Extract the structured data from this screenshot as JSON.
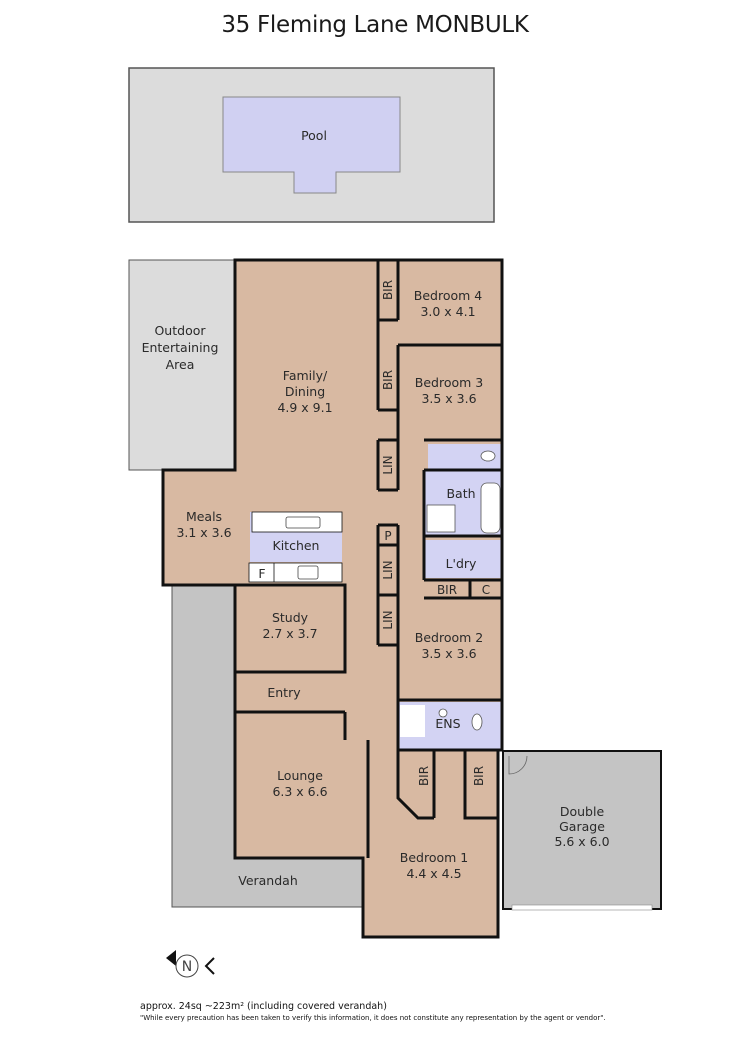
{
  "title": "35 Fleming Lane MONBULK",
  "colors": {
    "living": "#d8b9a2",
    "wet": "#d3d3f3",
    "outdoor": "#c4c4c4",
    "pool_surround": "#dcdcdc",
    "pool": "#d0d0f2",
    "wall": "#111111"
  },
  "rooms": {
    "pool": {
      "name": "Pool"
    },
    "outdoor": {
      "line1": "Outdoor",
      "line2": "Entertaining",
      "line3": "Area"
    },
    "family": {
      "line1": "Family/",
      "line2": "Dining",
      "dims": "4.9 x 9.1"
    },
    "bedroom4": {
      "name": "Bedroom 4",
      "dims": "3.0 x 4.1"
    },
    "bedroom3": {
      "name": "Bedroom 3",
      "dims": "3.5 x 3.6"
    },
    "bedroom2": {
      "name": "Bedroom 2",
      "dims": "3.5 x 3.6"
    },
    "bedroom1": {
      "name": "Bedroom 1",
      "dims": "4.4 x 4.5"
    },
    "meals": {
      "name": "Meals",
      "dims": "3.1 x 3.6"
    },
    "kitchen": {
      "name": "Kitchen",
      "fridge": "F"
    },
    "bath": {
      "name": "Bath"
    },
    "laundry": {
      "name": "L'dry"
    },
    "study": {
      "name": "Study",
      "dims": "2.7 x 3.7"
    },
    "entry": {
      "name": "Entry"
    },
    "lounge": {
      "name": "Lounge",
      "dims": "6.3 x 6.6"
    },
    "ensuite": {
      "name": "ENS"
    },
    "garage": {
      "line1": "Double",
      "line2": "Garage",
      "dims": "5.6 x 6.0"
    },
    "verandah": {
      "name": "Verandah"
    }
  },
  "storage": {
    "bir": "BIR",
    "lin": "LIN",
    "pantry": "P",
    "cupboard": "C"
  },
  "compass": {
    "letter": "N"
  },
  "footer": {
    "area": "approx. 24sq ~223m² (including covered verandah)",
    "disclaimer": "\"While every precaution has been taken to verify this information, it does not constitute any representation by the agent or vendor\"."
  }
}
